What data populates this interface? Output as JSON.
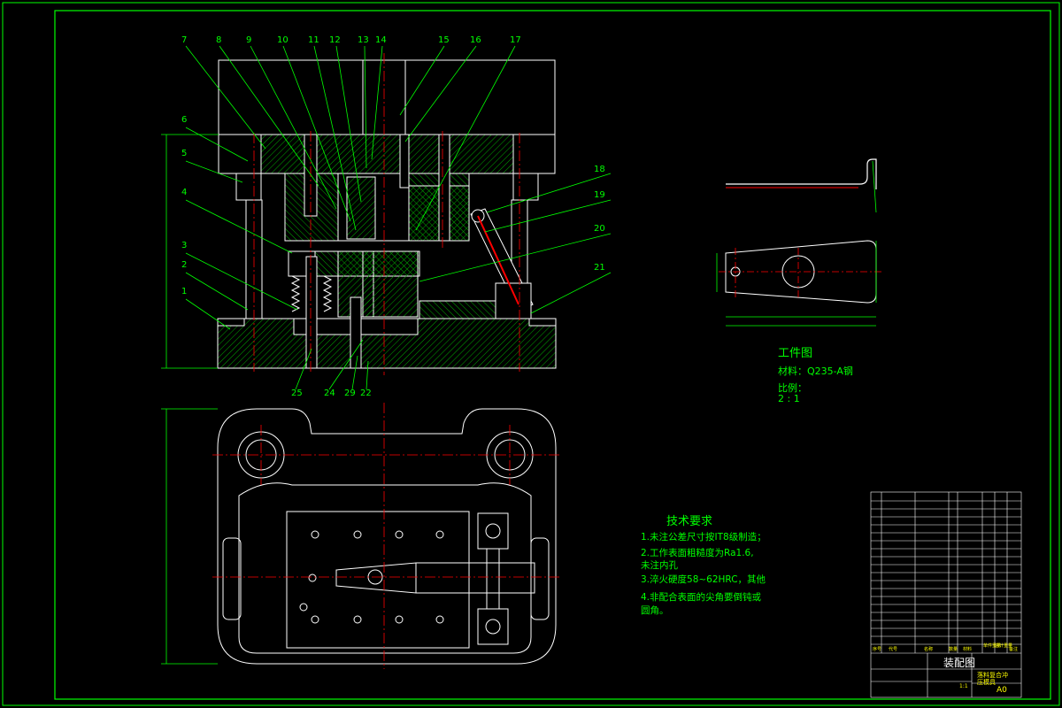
{
  "callouts_top": [
    "7",
    "8",
    "9",
    "10",
    "11",
    "12",
    "13",
    "14",
    "15",
    "16",
    "17"
  ],
  "callouts_left": [
    "6",
    "5",
    "4",
    "3",
    "2",
    "1"
  ],
  "callouts_right": [
    "18",
    "19",
    "20",
    "21"
  ],
  "callouts_bottom": [
    "25",
    "24",
    "29",
    "22"
  ],
  "workpiece": {
    "title": "工件图",
    "material": "材料：Q235-A钢",
    "scale_label": "比例：",
    "scale_value": "2 : 1"
  },
  "tech_requirements": {
    "title": "技术要求",
    "items": [
      "1.未注公差尺寸按IT8级制造；",
      "2.工作表面粗糙度为Ra1.6,",
      "未注内孔",
      "3.淬火硬度58~62HRC，其他",
      "4.非配合表面的尖角要倒钝或",
      "圆角。"
    ]
  },
  "title_block": {
    "drawing_name": "装配图",
    "part_name": "落料复合冲",
    "part_name_2": "压模具",
    "drawing_number": "A0",
    "scale": "1:1",
    "header_labels": [
      "序号",
      "代号",
      "名称",
      "数量",
      "材料",
      "单件重量",
      "总计重量",
      "备注"
    ]
  },
  "colors": {
    "background": "#000000",
    "frame": "#00ff00",
    "outline": "#ffffff",
    "hatch": "#00aa00",
    "centerline": "#ff0000",
    "leader": "#00ff00",
    "text_yellow": "#ffff00"
  }
}
